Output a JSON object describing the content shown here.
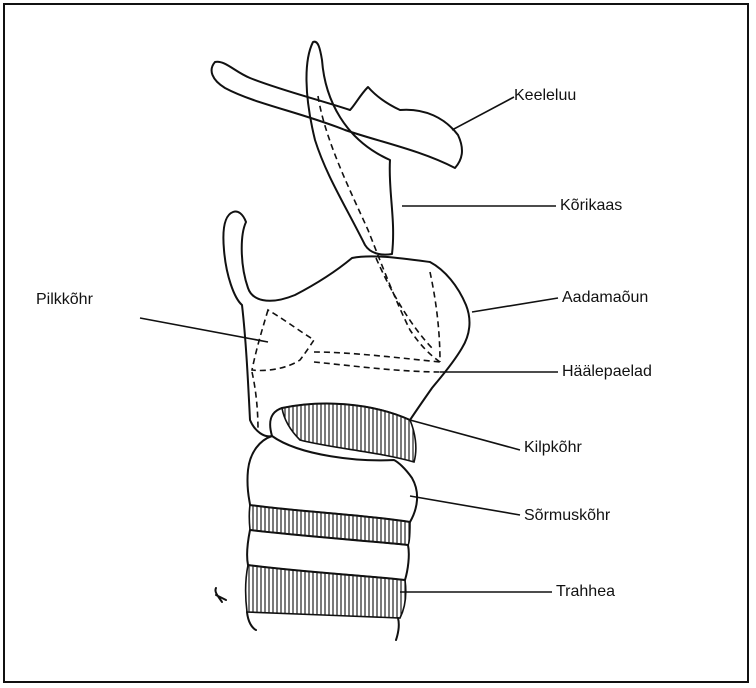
{
  "diagram": {
    "labels": {
      "keeleluu": "Keeleluu",
      "korikaas": "Kõrikaas",
      "pilkkohr": "Pilkkõhr",
      "aadamaoun": "Aadamaõun",
      "haalepaelad": "Häälepaelad",
      "kilpkohr": "Kilpkõhr",
      "sormuskohr": "Sõrmuskõhr",
      "trahhea": "Trahhea"
    },
    "colors": {
      "ink": "#111111",
      "hatch": "#222222",
      "background": "#ffffff"
    }
  }
}
